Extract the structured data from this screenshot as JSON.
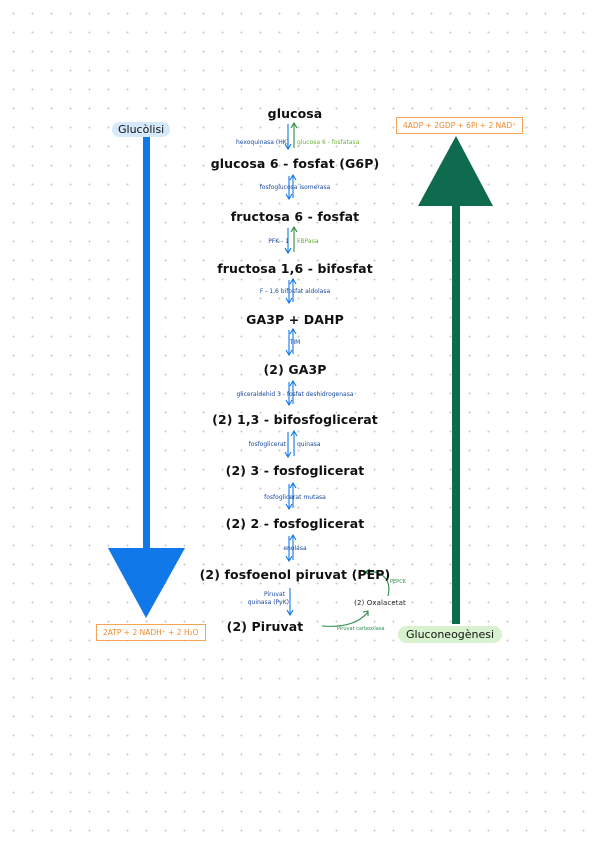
{
  "labels": {
    "glycolysis": "Glucòlisi",
    "gluconeogenesis": "Gluconeogènesi",
    "glycolysis_yield": "2ATP + 2 NADH⁺ + 2 H₂O",
    "gluconeogenesis_input": "4ADP + 2GDP + 6Pi + 2 NAD⁺"
  },
  "metabolites": [
    "glucosa",
    "glucosa 6 - fosfat (G6P)",
    "fructosa 6 - fosfat",
    "fructosa 1,6 - bifosfat",
    "GA3P + DAHP",
    "(2) GA3P",
    "(2) 1,3 - bifosfoglicerat",
    "(2) 3 - fosfoglicerat",
    "(2) 2 - fosfoglicerat",
    "(2) fosfoenol piruvat (PEP)",
    "(2) Piruvat",
    "(2) Oxalacetat"
  ],
  "enzymes": {
    "hexoquinasa": "hexoquinasa (HK)",
    "glucosa6fosfatasa": "glucosa 6 - fosfatasa",
    "fosfoglucosa_isomerasa": "fosfoglucosa isomerasa",
    "pfk1": "PFK - 1",
    "fbpasa": "FBPasa",
    "aldolasa": "F - 1,6 bifosfat aldolasa",
    "tim": "TIM",
    "ga3p_dh": "gliceraldehid 3 - fosfat deshidrogenasa",
    "pgk_left": "fosfoglicerat",
    "pgk_right": "quinasa",
    "pg_mutasa": "fosfoglicerat mutasa",
    "enolasa": "enolasa",
    "pk_1": "Piruvat",
    "pk_2": "quinasa (PyK)",
    "pepck": "PEPCK",
    "pyr_carboxilasa": "Piruvat carboxilasa"
  },
  "colors": {
    "glycolysis_blue": "#1078e8",
    "gluconeo_green": "#0e6b4e",
    "enzyme_blue": "#1a4aa0",
    "enzyme_green": "#6cb33a",
    "orange": "#f08a2e"
  }
}
